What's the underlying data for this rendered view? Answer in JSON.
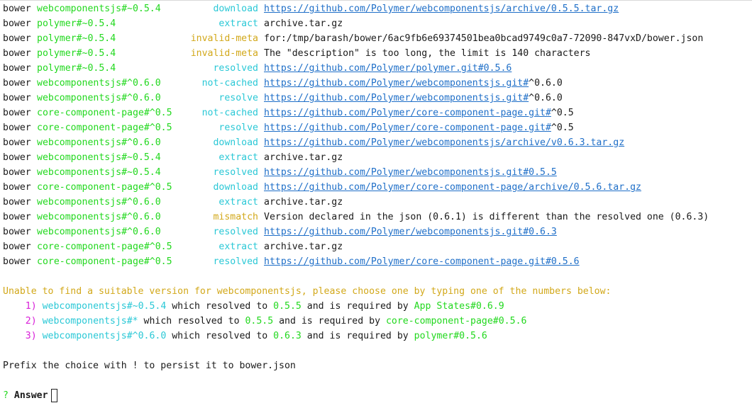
{
  "log": [
    {
      "tool": "bower",
      "name": "webcomponentsjs#~0.5.4",
      "action": "download",
      "tone": "cyan",
      "link": "https://github.com/Polymer/webcomponentsjs/archive/0.5.5.tar.gz",
      "text": ""
    },
    {
      "tool": "bower",
      "name": "polymer#~0.5.4",
      "action": "extract",
      "tone": "cyan",
      "link": "",
      "text": "archive.tar.gz"
    },
    {
      "tool": "bower",
      "name": "polymer#~0.5.4",
      "action": "invalid-meta",
      "tone": "yellow",
      "link": "",
      "text": "for:/tmp/barash/bower/6ac9fb6e69374501bea0bcad9749c0a7-72090-847vxD/bower.json"
    },
    {
      "tool": "bower",
      "name": "polymer#~0.5.4",
      "action": "invalid-meta",
      "tone": "yellow",
      "link": "",
      "text": "The \"description\" is too long, the limit is 140 characters"
    },
    {
      "tool": "bower",
      "name": "polymer#~0.5.4",
      "action": "resolved",
      "tone": "cyan",
      "link": "https://github.com/Polymer/polymer.git#0.5.6",
      "text": ""
    },
    {
      "tool": "bower",
      "name": "webcomponentsjs#^0.6.0",
      "action": "not-cached",
      "tone": "cyan",
      "link": "https://github.com/Polymer/webcomponentsjs.git#",
      "text": "^0.6.0"
    },
    {
      "tool": "bower",
      "name": "webcomponentsjs#^0.6.0",
      "action": "resolve",
      "tone": "cyan",
      "link": "https://github.com/Polymer/webcomponentsjs.git#",
      "text": "^0.6.0"
    },
    {
      "tool": "bower",
      "name": "core-component-page#^0.5",
      "action": "not-cached",
      "tone": "cyan",
      "link": "https://github.com/Polymer/core-component-page.git#",
      "text": "^0.5"
    },
    {
      "tool": "bower",
      "name": "core-component-page#^0.5",
      "action": "resolve",
      "tone": "cyan",
      "link": "https://github.com/Polymer/core-component-page.git#",
      "text": "^0.5"
    },
    {
      "tool": "bower",
      "name": "webcomponentsjs#^0.6.0",
      "action": "download",
      "tone": "cyan",
      "link": "https://github.com/Polymer/webcomponentsjs/archive/v0.6.3.tar.gz",
      "text": ""
    },
    {
      "tool": "bower",
      "name": "webcomponentsjs#~0.5.4",
      "action": "extract",
      "tone": "cyan",
      "link": "",
      "text": "archive.tar.gz"
    },
    {
      "tool": "bower",
      "name": "webcomponentsjs#~0.5.4",
      "action": "resolved",
      "tone": "cyan",
      "link": "https://github.com/Polymer/webcomponentsjs.git#0.5.5",
      "text": ""
    },
    {
      "tool": "bower",
      "name": "core-component-page#^0.5",
      "action": "download",
      "tone": "cyan",
      "link": "https://github.com/Polymer/core-component-page/archive/0.5.6.tar.gz",
      "text": ""
    },
    {
      "tool": "bower",
      "name": "webcomponentsjs#^0.6.0",
      "action": "extract",
      "tone": "cyan",
      "link": "",
      "text": "archive.tar.gz"
    },
    {
      "tool": "bower",
      "name": "webcomponentsjs#^0.6.0",
      "action": "mismatch",
      "tone": "yellow",
      "link": "",
      "text": "Version declared in the json (0.6.1) is different than the resolved one (0.6.3)"
    },
    {
      "tool": "bower",
      "name": "webcomponentsjs#^0.6.0",
      "action": "resolved",
      "tone": "cyan",
      "link": "https://github.com/Polymer/webcomponentsjs.git#0.6.3",
      "text": ""
    },
    {
      "tool": "bower",
      "name": "core-component-page#^0.5",
      "action": "extract",
      "tone": "cyan",
      "link": "",
      "text": "archive.tar.gz"
    },
    {
      "tool": "bower",
      "name": "core-component-page#^0.5",
      "action": "resolved",
      "tone": "cyan",
      "link": "https://github.com/Polymer/core-component-page.git#0.5.6",
      "text": ""
    }
  ],
  "prompt": {
    "heading": "Unable to find a suitable version for webcomponentsjs, please choose one by typing one of the numbers below:",
    "choices": [
      {
        "num": "1)",
        "pkg": "webcomponentsjs#~0.5.4",
        "mid": " which resolved to ",
        "ver": "0.5.5",
        "req": " and is required by ",
        "by": "App States#0.6.9"
      },
      {
        "num": "2)",
        "pkg": "webcomponentsjs#*",
        "mid": " which resolved to ",
        "ver": "0.5.5",
        "req": " and is required by ",
        "by": "core-component-page#0.5.6"
      },
      {
        "num": "3)",
        "pkg": "webcomponentsjs#^0.6.0",
        "mid": " which resolved to ",
        "ver": "0.6.3",
        "req": " and is required by ",
        "by": "polymer#0.5.6"
      }
    ],
    "hint": "Prefix the choice with ! to persist it to bower.json",
    "question_mark": "?",
    "answer_label": "Answer",
    "answer_value": ""
  }
}
